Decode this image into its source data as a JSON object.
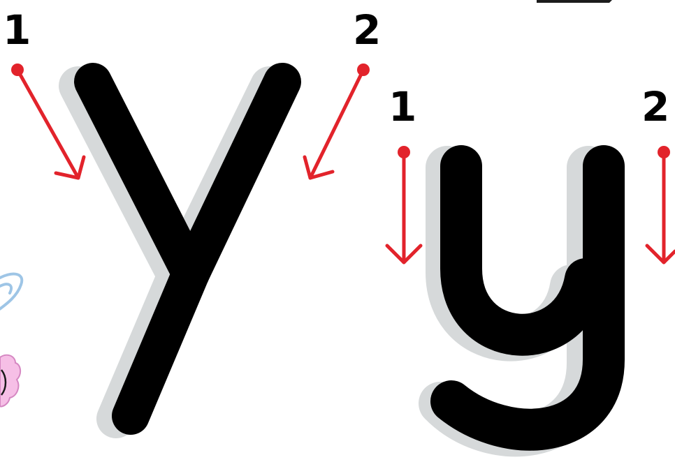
{
  "stroke_numbers": {
    "uppercase_first": "1",
    "uppercase_second": "2",
    "lowercase_first": "1",
    "lowercase_second": "2"
  },
  "colors": {
    "letter": "#000000",
    "shadow": "#d6d9da",
    "arrow": "#e2232b",
    "ribbon": "#9ec5e6",
    "flower": "#f0a8da"
  }
}
